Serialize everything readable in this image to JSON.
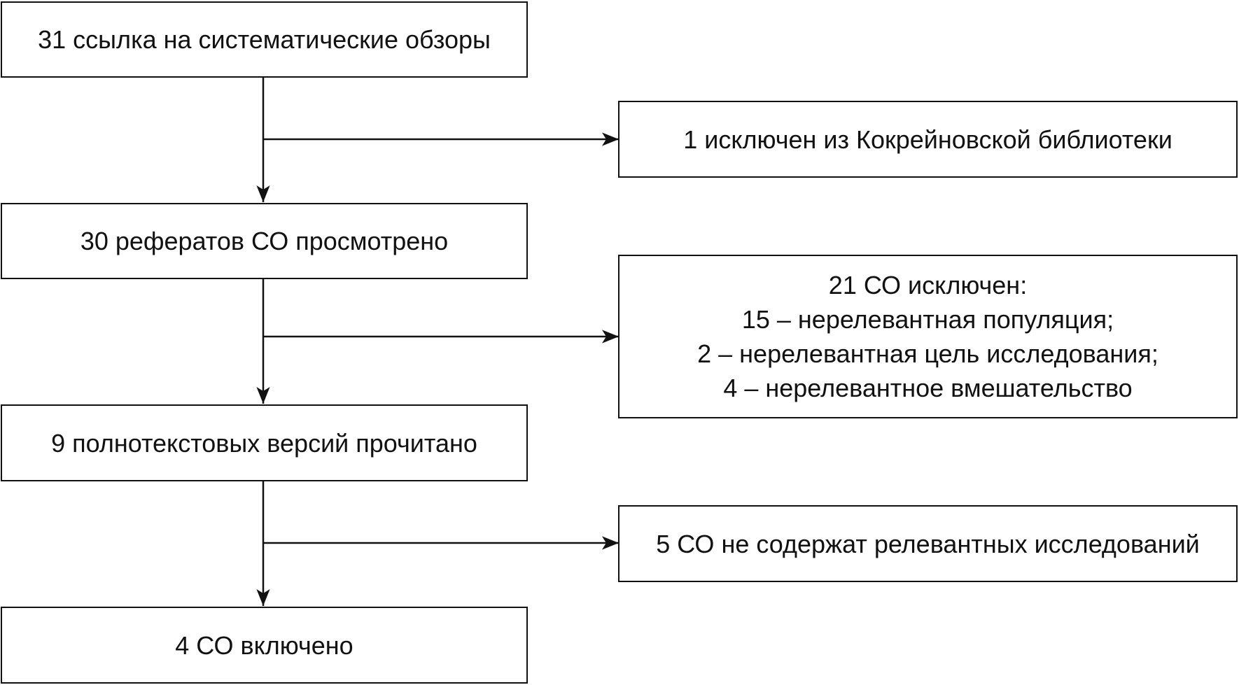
{
  "flow": {
    "main_steps": [
      {
        "label": "31 ссылка на систематические обзоры"
      },
      {
        "label": "30 рефератов СО просмотрено"
      },
      {
        "label": "9 полнотекстовых версий прочитано"
      },
      {
        "label": "4 СО включено"
      }
    ],
    "exclusions": [
      {
        "lines": [
          "1 исключен из Кокрейновской библиотеки"
        ]
      },
      {
        "lines": [
          "21 СО исключен:",
          "15 – нерелевантная популяция;",
          "2 – нерелевантная цель исследования;",
          "4 – нерелевантное вмешательство"
        ]
      },
      {
        "lines": [
          "5 СО не содержат релевантных исследований"
        ]
      }
    ]
  },
  "style": {
    "stroke_color": "#111111",
    "background_color": "#ffffff"
  }
}
